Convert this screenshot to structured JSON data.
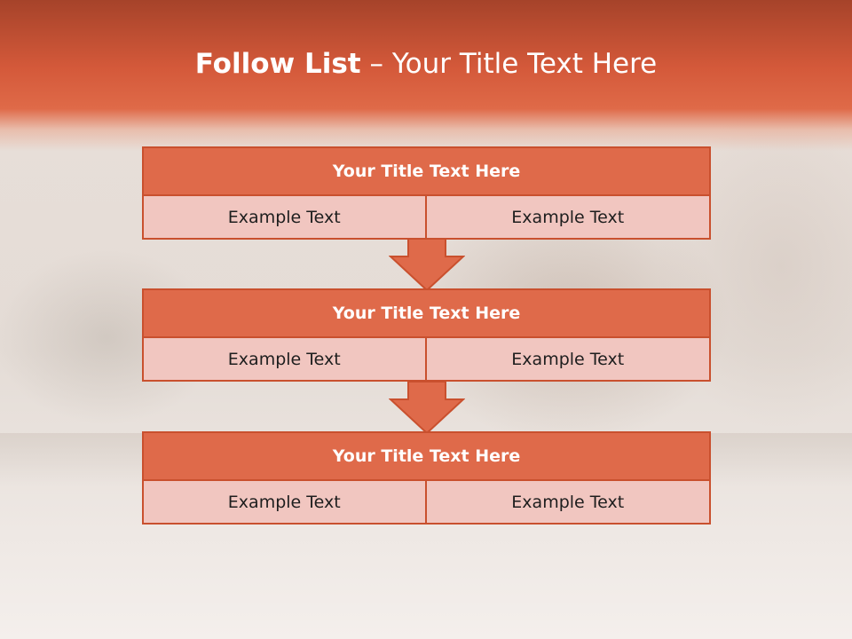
{
  "slide": {
    "title_bold": "Follow List",
    "title_rest": "– Your Title Text Here"
  },
  "blocks": [
    {
      "title": "Your Title Text Here",
      "cells": [
        "Example Text",
        "Example Text"
      ]
    },
    {
      "title": "Your Title Text Here",
      "cells": [
        "Example Text",
        "Example Text"
      ]
    },
    {
      "title": "Your Title Text Here",
      "cells": [
        "Example Text",
        "Example Text"
      ]
    }
  ],
  "colors": {
    "header": "#d4593a",
    "block_title": "#df6a4a",
    "cell": "#f1c6c0",
    "border": "#c9502e",
    "arrow": "#df6a4a"
  },
  "icons": [
    "down-arrow-icon"
  ]
}
